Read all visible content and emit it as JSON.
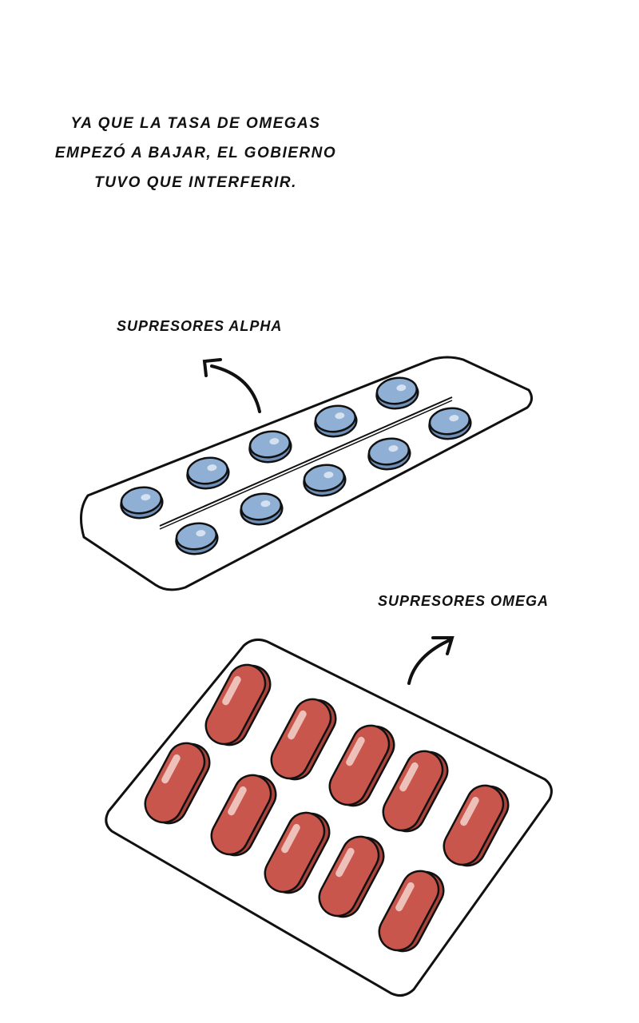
{
  "caption": {
    "lines": [
      "YA QUE LA TASA DE OMEGAS",
      "EMPEZÓ A BAJAR, EL GOBIERNO",
      "TUVO QUE INTERFERIR."
    ]
  },
  "labels": {
    "alpha": "SUPRESORES ALPHA",
    "omega": "SUPRESORES OMEGA"
  },
  "colors": {
    "alpha_pill": "#8fb0d4",
    "omega_pill": "#c9564c",
    "ink": "#111111"
  }
}
